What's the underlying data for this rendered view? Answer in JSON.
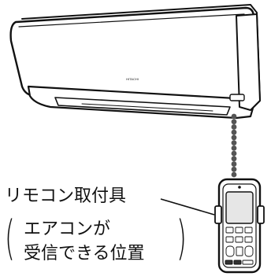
{
  "aircon": {
    "brand_logo": "HITACHI"
  },
  "callout": {
    "holder_label": "リモコン取付具",
    "note_open_paren": "(",
    "note_line1": "エアコンが",
    "note_line2": "受信できる位置",
    "note_close_paren": ")"
  },
  "signal": {
    "dot_count": 12,
    "color": "#555555"
  },
  "colors": {
    "line": "#111111",
    "body": "#ffffff",
    "screen": "#e6e6e6"
  }
}
